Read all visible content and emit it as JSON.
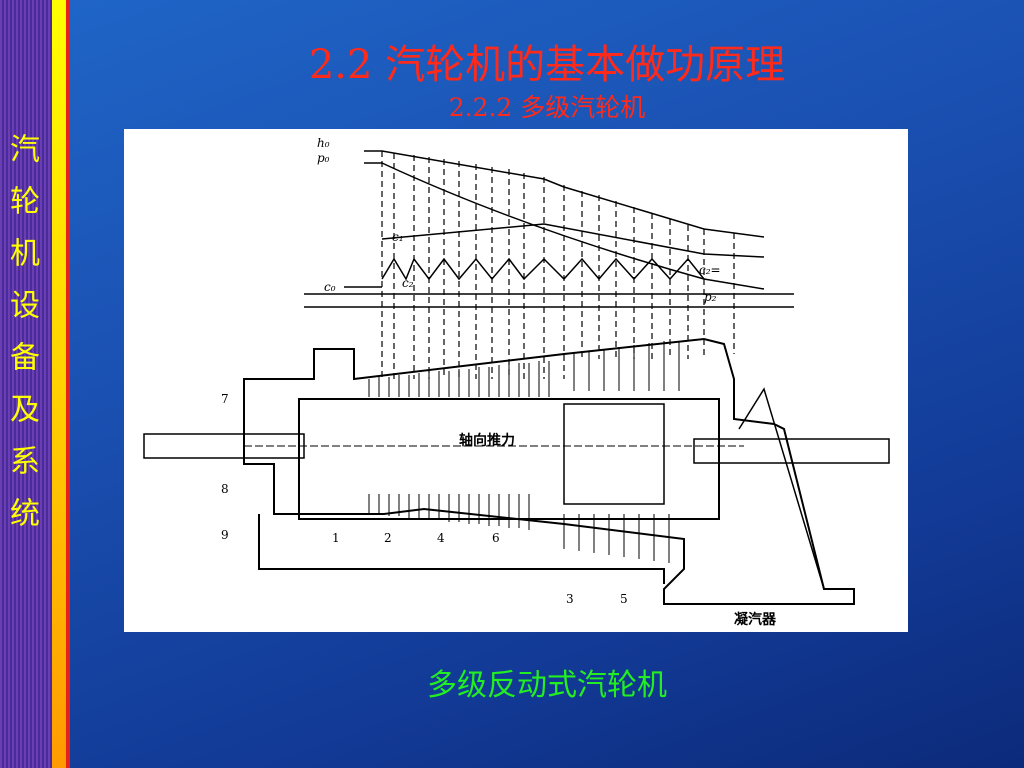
{
  "sidebar": {
    "title": "汽轮机设备及系统"
  },
  "header": {
    "title": "2.2  汽轮机的基本做功原理",
    "subtitle": "2.2.2  多级汽轮机"
  },
  "figure": {
    "labels": {
      "h0": "h₀",
      "p0": "p₀",
      "c1": "c₁",
      "c0": "c₀",
      "c2_left": "c₂",
      "c2_right": "c₂=",
      "p2": "p₂",
      "axial_thrust": "轴向推力",
      "condenser": "凝汽器"
    },
    "part_numbers": {
      "n1": "1",
      "n2": "2",
      "n3": "3",
      "n4": "4",
      "n5": "5",
      "n6": "6",
      "n7": "7",
      "n8": "8",
      "n9": "9"
    }
  },
  "caption": "多级反动式汽轮机",
  "colors": {
    "title": "#ff2a1a",
    "caption": "#22ee22",
    "sidebar_text": "#ffff00",
    "background": "#1a4fb0"
  }
}
